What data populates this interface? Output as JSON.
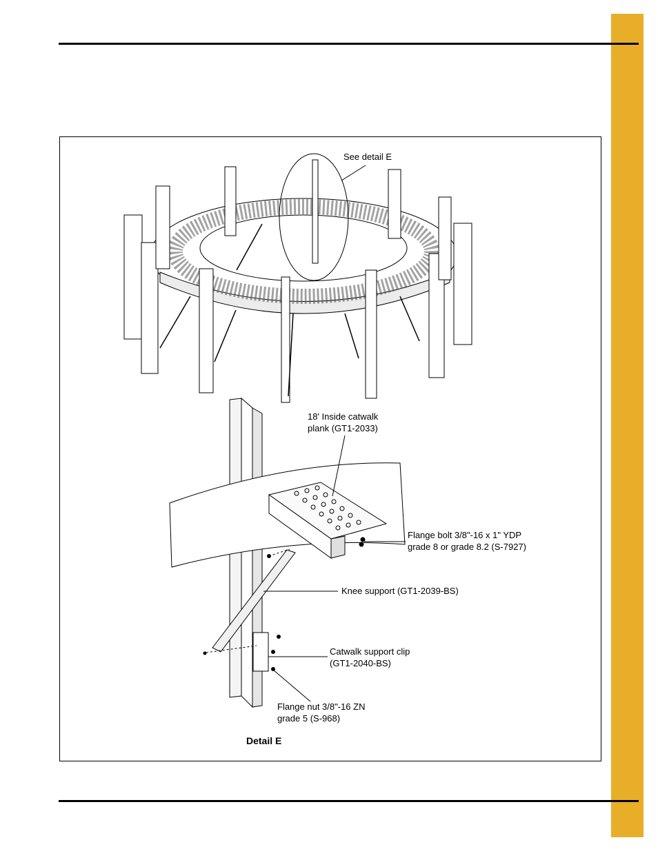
{
  "colors": {
    "tab": "#e8ae28",
    "rule": "#000000"
  },
  "figure": {
    "callouts": {
      "see_detail": "See detail E",
      "plank": "18' Inside catwalk\nplank (GT1-2033)",
      "flange_bolt": "Flange bolt 3/8\"-16 x 1\" YDP\ngrade 8 or grade 8.2 (S-7927)",
      "knee_support": "Knee support (GT1-2039-BS)",
      "support_clip": "Catwalk support clip\n(GT1-2040-BS)",
      "flange_nut": "Flange nut 3/8\"-16 ZN\ngrade 5 (S-968)"
    },
    "caption": "Detail E"
  }
}
